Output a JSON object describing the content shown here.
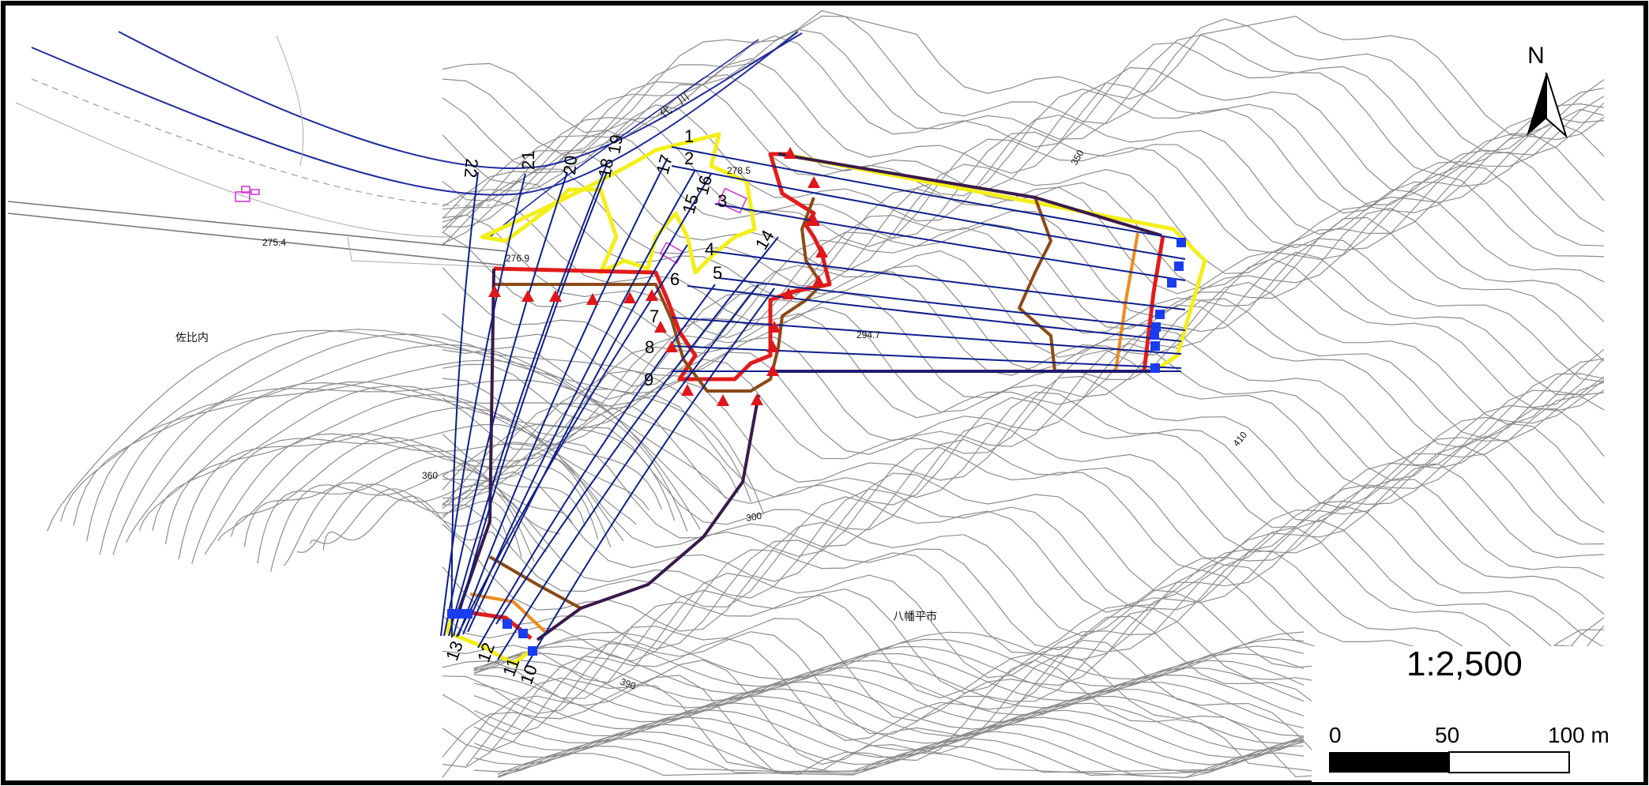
{
  "map": {
    "scale_text": "1:2,500",
    "north_label": "N",
    "scalebar": {
      "tick_0": "0",
      "tick_50": "50",
      "tick_100": "100 m"
    },
    "place_names": {
      "sahinai": "佐比内",
      "hachimantai": "八幡平市"
    },
    "river_label": "代　川",
    "elevations": {
      "e2754": "275.4",
      "e2769": "276.9",
      "e2785": "278.5",
      "e2947": "294.7",
      "c300": "300",
      "c350": "350",
      "c360": "360",
      "c390": "390",
      "c410": "410"
    },
    "line_numbers": [
      "1",
      "2",
      "3",
      "4",
      "5",
      "6",
      "7",
      "8",
      "9",
      "10",
      "11",
      "12",
      "13",
      "14",
      "15",
      "16",
      "17",
      "18",
      "19",
      "20",
      "21",
      "22"
    ]
  },
  "colors": {
    "frame": "#000000",
    "contour": "#8c8c8c",
    "profile_line": "#0d1f8c",
    "red_zone": "#e31b1b",
    "brown_zone": "#8b4a17",
    "orange_zone": "#f08a1e",
    "yellow_zone": "#f3ef19",
    "dark_outline": "#3a1a4a",
    "start_marker": "#e0161a",
    "end_marker": "#1a3cf0",
    "building": "#d23ad2"
  }
}
